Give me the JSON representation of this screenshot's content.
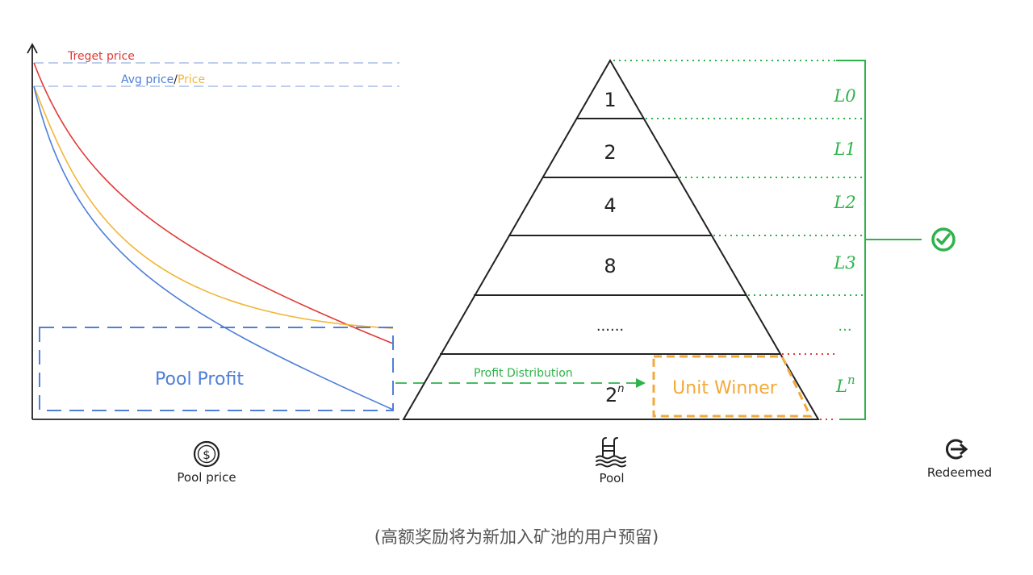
{
  "colors": {
    "target": "#e03a35",
    "avg": "#4f7fd9",
    "price": "#f2b637",
    "pool_box": "#4f7fd9",
    "green": "#2db34a",
    "winner": "#f2a93b",
    "axis": "#222222",
    "guide": "#a9bde6",
    "dotted_red": "#e03a35"
  },
  "chart": {
    "target_label": "Treget price",
    "avg_label": "Avg price",
    "slash": "/",
    "price_label": "Price",
    "pool_profit": "Pool Profit"
  },
  "pyramid": {
    "tiers": [
      "1",
      "2",
      "4",
      "8",
      "......",
      "2"
    ],
    "last_tier_exponent": "n",
    "levels": [
      "L0",
      "L1",
      "L2",
      "L3",
      "..."
    ],
    "last_level": "L",
    "last_level_exponent": "n",
    "profit_distribution": "Profit Distribution",
    "unit_winner": "Unit Winner"
  },
  "icons": {
    "pool_price_icon": "dollar-coin-icon",
    "pool_icon": "swimming-pool-icon",
    "redeemed_icon": "exit-arrow-icon",
    "check_icon": "check-circle-icon"
  },
  "footer": {
    "pool_price": "Pool price",
    "pool": "Pool",
    "redeemed": "Redeemed",
    "note": "(高额奖励将为新加入矿池的用户预留)"
  }
}
